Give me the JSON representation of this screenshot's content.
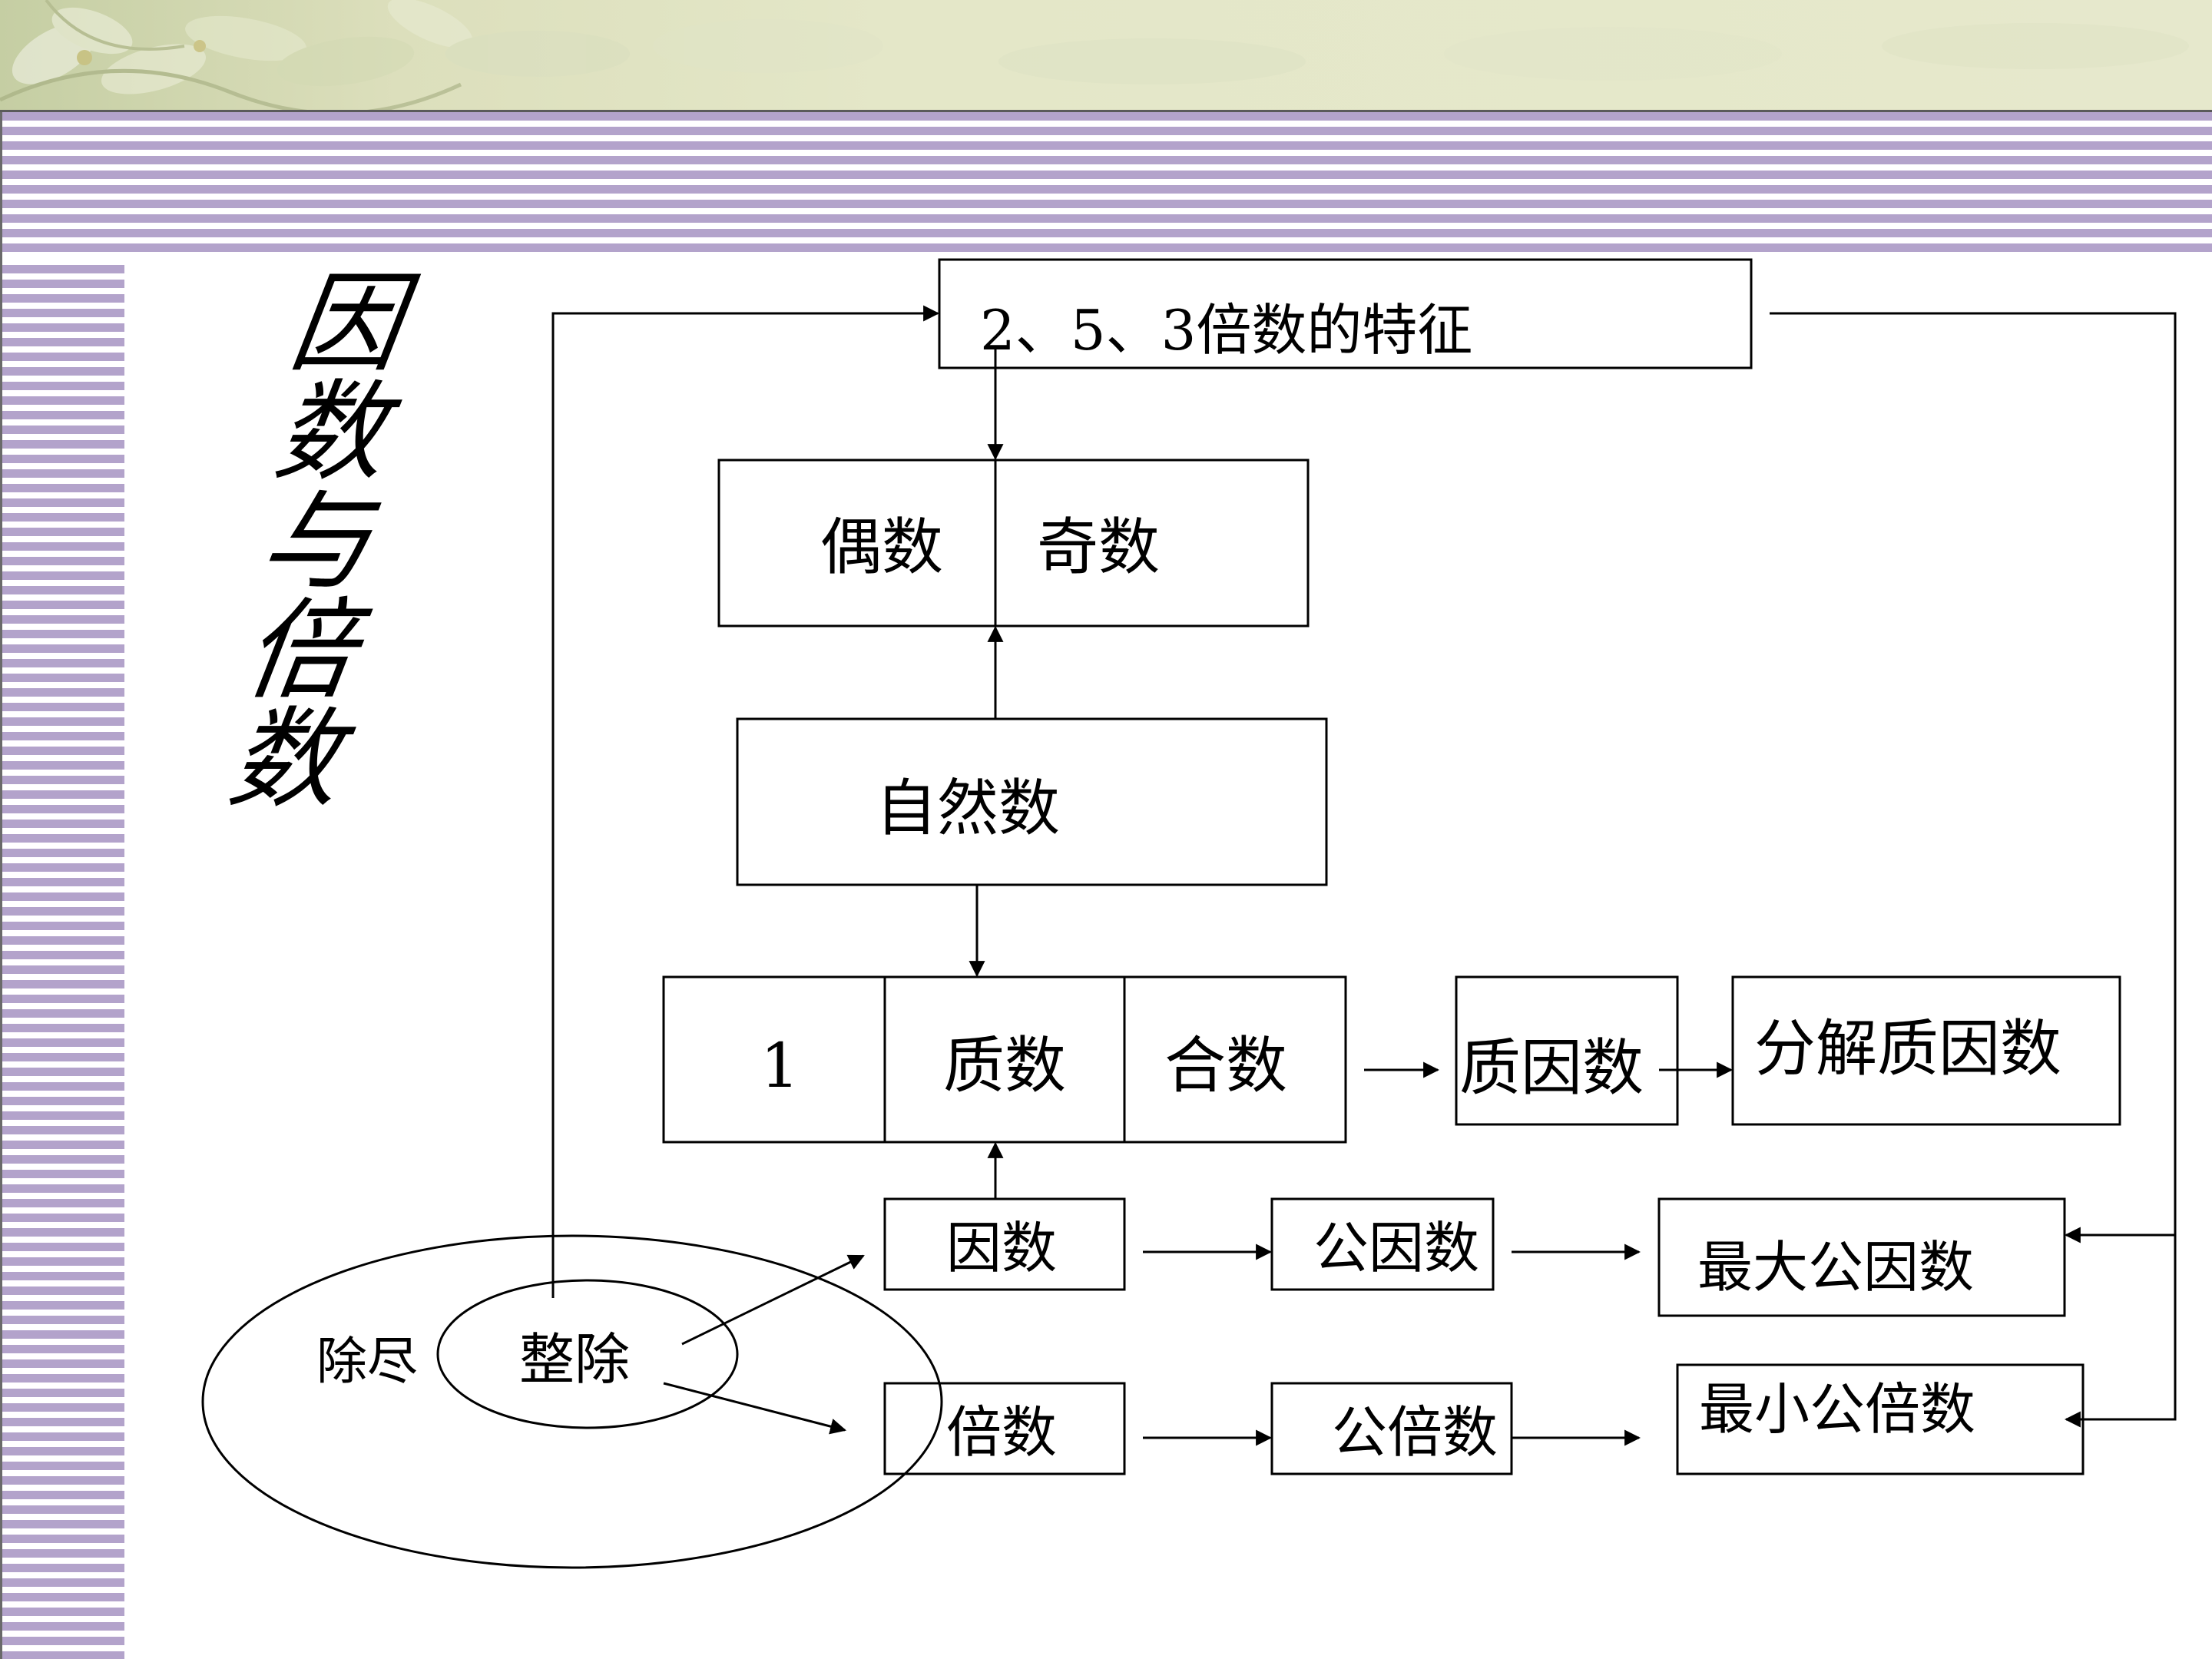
{
  "title": "因数与倍数",
  "nodes": {
    "features": "2、5、3倍数的特征",
    "even": "偶数",
    "odd": "奇数",
    "natural": "自然数",
    "one": "1",
    "prime": "质数",
    "composite": "合数",
    "prime_factor": "质因数",
    "factorize": "分解质因数",
    "factor": "因数",
    "common_factor": "公因数",
    "gcf": "最大公因数",
    "multiple": "倍数",
    "common_multiple": "公倍数",
    "lcm": "最小公倍数",
    "divisible_outer": "除尽",
    "divisible_inner": "整除"
  },
  "colors": {
    "stripe": "#b3a3cb",
    "banner": "#dcdfbc",
    "line": "#000000"
  }
}
